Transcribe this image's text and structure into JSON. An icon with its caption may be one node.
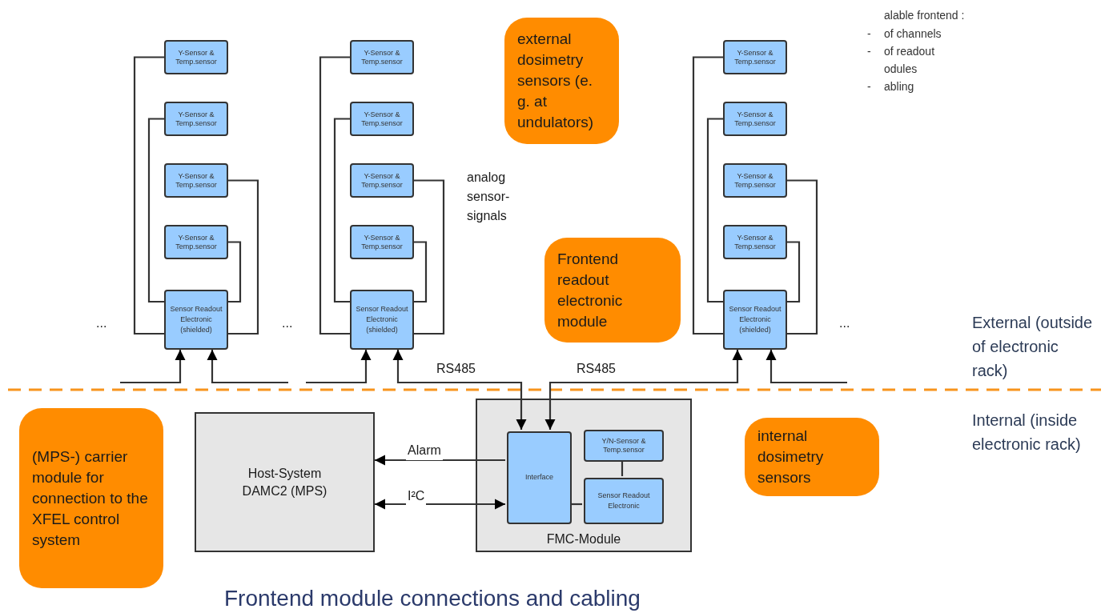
{
  "diagram": {
    "caption": "Frontend module connections and cabling",
    "nodes": [
      {
        "text": [
          "Y-Sensor & Temp.sensor"
        ]
      },
      {
        "text": [
          "Y-Sensor & Temp.sensor"
        ]
      },
      {
        "text": [
          "Y-Sensor & Temp.sensor"
        ]
      },
      {
        "text": [
          "Y-Sensor & Temp.sensor"
        ]
      },
      {
        "text": [
          "Sensor Readout Electronic (shielded)"
        ]
      },
      {
        "text": [
          "Y-Sensor & Temp.sensor"
        ]
      },
      {
        "text": [
          "Y-Sensor & Temp.sensor"
        ]
      },
      {
        "text": [
          "Y-Sensor & Temp.sensor"
        ]
      },
      {
        "text": [
          "Y-Sensor & Temp.sensor"
        ]
      },
      {
        "text": [
          "Sensor Readout Electronic (shielded)"
        ]
      },
      {
        "text": [
          "Y-Sensor & Temp.sensor"
        ]
      },
      {
        "text": [
          "Y-Sensor & Temp.sensor"
        ]
      },
      {
        "text": [
          "Y-Sensor & Temp.sensor"
        ]
      },
      {
        "text": [
          "Y-Sensor & Temp.sensor"
        ]
      },
      {
        "text": [
          "Sensor Readout Electronic (shielded)"
        ]
      },
      {
        "text": [
          "external dosimetry sensors (e. g. at undulators)"
        ]
      },
      {
        "text": [
          "Frontend readout electronic module"
        ]
      },
      {
        "text": [
          "(MPS-) carrier module for connection to the XFEL control system"
        ]
      },
      {
        "text": [
          "Host-System DAMC2 (MPS)"
        ]
      },
      {
        "text": [
          "FMC-Module"
        ]
      },
      {
        "text": [
          "Interface"
        ],
        "in": 19
      },
      {
        "text": [
          "Y/N-Sensor & Temp.sensor"
        ],
        "in": 19
      },
      {
        "text": [
          "Sensor Readout Electronic"
        ],
        "in": 19
      },
      {
        "text": [
          "internal dosimetry sensors"
        ]
      }
    ],
    "edges": [
      {
        "from": 0,
        "to": 4,
        "arrow": "none"
      },
      {
        "from": 1,
        "to": 4,
        "arrow": "none"
      },
      {
        "from": 2,
        "to": 4,
        "arrow": "none"
      },
      {
        "from": 3,
        "to": 4,
        "arrow": "none"
      },
      {
        "from": 5,
        "to": 9,
        "arrow": "none"
      },
      {
        "from": 6,
        "to": 9,
        "arrow": "none"
      },
      {
        "from": 7,
        "to": 9,
        "arrow": "none"
      },
      {
        "from": 8,
        "to": 9,
        "arrow": "none"
      },
      {
        "from": 10,
        "to": 14,
        "arrow": "none"
      },
      {
        "from": 11,
        "to": 14,
        "arrow": "none"
      },
      {
        "from": 12,
        "to": 14,
        "arrow": "none"
      },
      {
        "from": 13,
        "to": 14,
        "arrow": "none"
      },
      {
        "from": null,
        "to": 4,
        "arrow": "to"
      },
      {
        "from": null,
        "to": 4,
        "arrow": "to"
      },
      {
        "from": null,
        "to": 9,
        "arrow": "to"
      },
      {
        "from": 9,
        "to": 20,
        "arrow": "both",
        "label": "RS485"
      },
      {
        "from": 14,
        "to": 20,
        "arrow": "both",
        "label": "RS485"
      },
      {
        "from": null,
        "to": 14,
        "arrow": "to"
      },
      {
        "from": 20,
        "to": 18,
        "arrow": "to",
        "label": "Alarm"
      },
      {
        "from": 20,
        "to": 18,
        "arrow": "both",
        "label": "I²C"
      },
      {
        "from": 21,
        "to": 22,
        "arrow": "none"
      },
      {
        "from": 22,
        "to": 20,
        "arrow": "none"
      }
    ],
    "labels": [
      "alable frontend :",
      "-",
      "of channels",
      "-",
      "of readout odules",
      "-",
      "abling",
      "analog sensor-signals",
      "...",
      "...",
      "...",
      "External (outside of electronic rack)",
      "Internal (inside electronic rack)"
    ]
  }
}
